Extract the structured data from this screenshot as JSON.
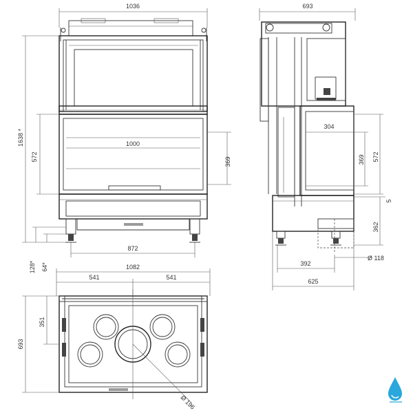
{
  "dimensions": {
    "front_width_top": "1036",
    "total_height": "1638 *",
    "glass_height_left": "572",
    "glass_width": "1000",
    "glass_height_right": "369",
    "leg_span": "872",
    "bottom_128": "128*",
    "bottom_64": "64*",
    "side_depth_top": "693",
    "side_glass_width": "304",
    "side_369": "369",
    "side_572": "572",
    "side_5": "5",
    "side_362": "362",
    "side_392": "392",
    "side_diam_118": "Ø 118",
    "side_625": "625",
    "top_total_width": "1082",
    "top_half_left": "541",
    "top_half_right": "541",
    "top_depth": "693",
    "top_351": "351",
    "top_diam_196": "Ø 196"
  },
  "colors": {
    "line": "#333333",
    "logo": "#2aa7dc"
  },
  "icons": {
    "brand_logo": "water-drop-icon"
  }
}
